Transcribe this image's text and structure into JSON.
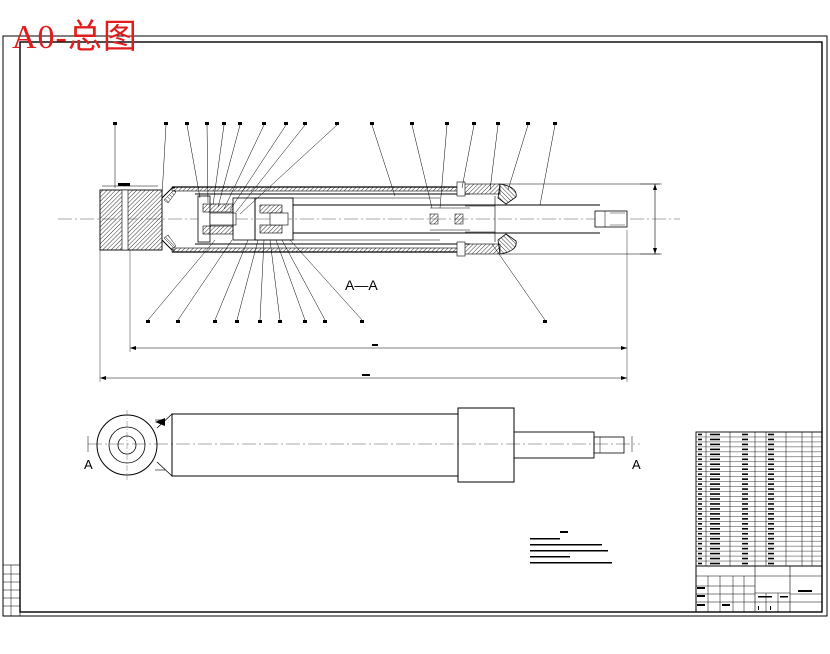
{
  "title": "A0-总图",
  "section_label": "A—A",
  "view_marker_left": "A",
  "view_marker_right": "A",
  "colors": {
    "title_red": "#e21b1b",
    "line": "#000000",
    "center_line": "#555555"
  },
  "parts_table": {
    "rows": 27
  },
  "icons": {
    "border": "drawing-frame",
    "hatch": "hatching-pattern"
  }
}
